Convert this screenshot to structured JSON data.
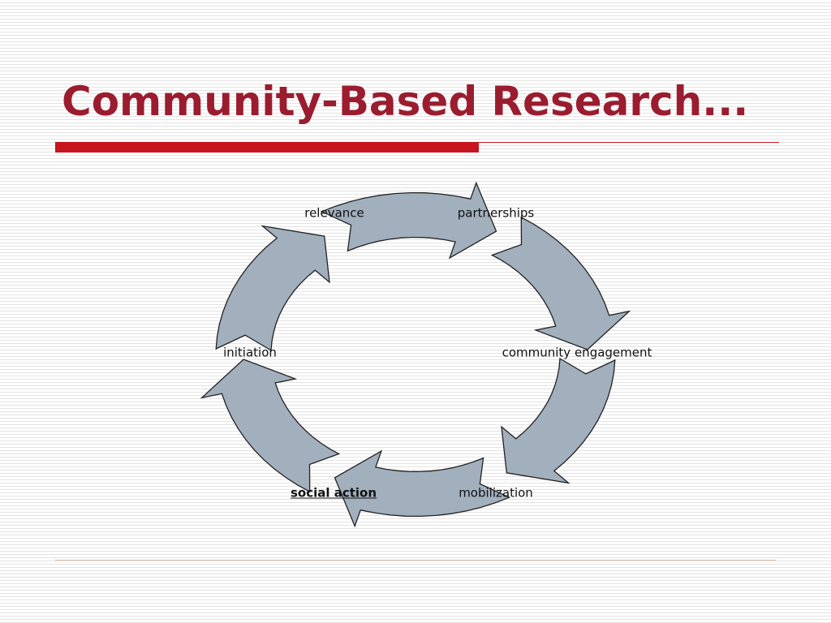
{
  "slide": {
    "title": "Community-Based Research..."
  },
  "cycle": {
    "nodes": [
      {
        "label": "partnerships",
        "emphasis": false
      },
      {
        "label": "community engagement",
        "emphasis": false
      },
      {
        "label": "mobilization",
        "emphasis": false
      },
      {
        "label": "social action",
        "emphasis": true
      },
      {
        "label": "initiation",
        "emphasis": false
      },
      {
        "label": "relevance",
        "emphasis": false
      }
    ],
    "arrow_count": 6
  },
  "colors": {
    "title": "#9b1c2f",
    "accent_bar": "#c8141e",
    "arrow_fill": "#a2afbd",
    "arrow_stroke": "#222222"
  }
}
